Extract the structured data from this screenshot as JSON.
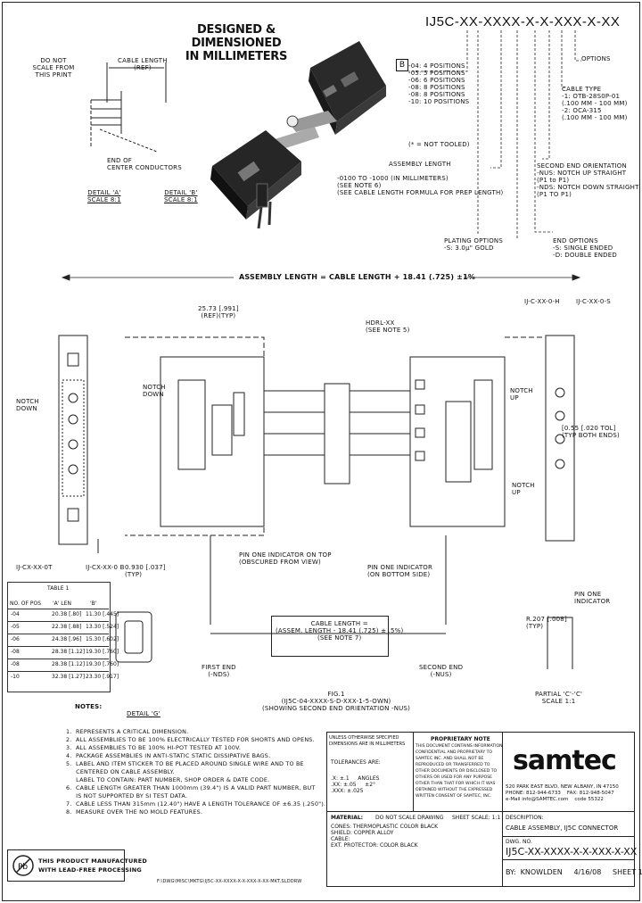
{
  "header": {
    "title_line1": "DESIGNED & DIMENSIONED",
    "title_line2": "IN MILLIMETERS",
    "do_not_scale": "DO NOT\nSCALE FROM\nTHIS PRINT",
    "part_code": "IJ5C-XX-XXXX-X-X-XXX-X-XX",
    "rev_badge": "B"
  },
  "ordering": {
    "options": "OPTIONS",
    "positions": "-04: 4 POSITIONS\n-05: 5 POSITIONS\n-06: 6 POSITIONS\n-08: 8 POSITIONS\n-08: 8 POSITIONS\n-10: 10 POSITIONS",
    "not_tooled": "(* = NOT TOOLED)",
    "cable_type": "CABLE TYPE\n-1: OTB-28S0P-01\n(.100 MM - 100 MM)\n-2: OCA-315\n(.100 MM - 100 MM)",
    "assembly_length_head": "ASSEMBLY LENGTH",
    "assembly_length_body": "-0100 TO -1000 (IN MILLIMETERS)\n(SEE NOTE 6)\n(SEE CABLE LENGTH FORMULA FOR PREP LENGTH)",
    "second_end": "SECOND END ORIENTATION\n-NUS: NOTCH UP STRAIGHT\n(P1 to P1)\n-NDS: NOTCH DOWN STRAIGHT\n(P1 TO P1)",
    "end_options": "END OPTIONS\n-S: SINGLE ENDED\n-D: DOUBLE ENDED",
    "plating": "PLATING OPTIONS\n-S: 3.0µ\" GOLD"
  },
  "details": {
    "cable_length_ref": "CABLE LENGTH\n(REF)",
    "end_of_center": "END OF\nCENTER CONDUCTORS",
    "detail_a": "DETAIL 'A'\nSCALE 8:1",
    "detail_b": "DETAIL 'B'\nSCALE 8:1"
  },
  "figure": {
    "assembly_equation": "ASSEMBLY LENGTH = CABLE LENGTH + 18.41 (.725) ±1%",
    "dim_ref": "25.73 [.991]\n(REF)(TYP)",
    "hdrl": "HDRL-XX\n(SEE NOTE 5)",
    "notch_down": "NOTCH\nDOWN",
    "notch_up": "NOTCH\nUP",
    "notch_up2": "NOTCH\nUP",
    "notch_down_left": "NOTCH\nDOWN",
    "pin_one_top": "PIN ONE INDICATOR ON TOP\n(OBSCURED FROM VIEW)",
    "pin_one_bottom": "PIN ONE INDICATOR\n(ON BOTTOM SIDE)",
    "typ_dim": "0.930 [.037]\n(TYP)",
    "typ_both": "[0.55 [.020 TOL]\n(TYP BOTH ENDS)",
    "cable_formula": "CABLE LENGTH =\n(ASSEM. LENGTH - 18.41 (.725) ± .5%)\n(SEE NOTE 7)",
    "first_end": "FIRST END\n(-NDS)",
    "second_end_label": "SECOND END\n(-NUS)",
    "fig_caption": "FIG.1\n(IJ5C-04-XXXX-S-D-XXX-1-5-OWN)\n(SHOWING SECOND END ORIENTATION -NUS)",
    "partial_cc": "PARTIAL 'C'-'C'\nSCALE 1:1",
    "pin_one_partial": "PIN ONE\nINDICATOR",
    "left_label": "IJ-CX-XX-0T",
    "left_label2": "IJ-CX-XX-0 B",
    "right_label1": "IJ-C-XX-0-H",
    "right_label2": "IJ-C-XX-0-S",
    "detail_g": "DETAIL 'G'",
    "dim_r": "R.207 [.008]\n(TYP)"
  },
  "table": {
    "title": "TABLE 1",
    "head1": "NO. OF POS",
    "head2": "'A' LEN",
    "head3": "'B'",
    "rows": [
      [
        "-04",
        "20.38 [.80]",
        "11.30 [.445]"
      ],
      [
        "-05",
        "22.38 [.88]",
        "13.30 [.524]"
      ],
      [
        "-06",
        "24.38 [.96]",
        "15.30 [.602]"
      ],
      [
        "-08",
        "28.38 [1.12]",
        "19.30 [.760]"
      ],
      [
        "-08",
        "28.38 [1.12]",
        "19.30 [.760]"
      ],
      [
        "-10",
        "32.38 [1.27]",
        "23.30 [.917]"
      ]
    ]
  },
  "notes": {
    "heading": "NOTES:",
    "body": "1.  REPRESENTS A CRITICAL DIMENSION.\n2.  ALL ASSEMBLIES TO BE 100% ELECTRICALLY TESTED FOR SHORTS AND OPENS.\n3.  ALL ASSEMBLIES TO BE 100% HI-POT TESTED AT 100V.\n4.  PACKAGE ASSEMBLIES IN ANTI-STATIC STATIC DISSIPATIVE BAGS.\n5.  LABEL AND ITEM STICKER TO BE PLACED AROUND SINGLE WIRE AND TO BE\n     CENTERED ON CABLE ASSEMBLY.\n     LABEL TO CONTAIN: PART NUMBER, SHOP ORDER & DATE CODE.\n6.  CABLE LENGTH GREATER THAN 1000mm (39.4\") IS A VALID PART NUMBER, BUT\n     IS NOT SUPPORTED BY SI TEST DATA.\n7.  CABLE LESS THAN 315mm (12.40\") HAVE A LENGTH TOLERANCE OF ±6.35 (.250\").\n8.  MEASURE OVER THE NO MOLD FEATURES."
  },
  "lead_free": {
    "line1": "THIS PRODUCT MANUFACTURED",
    "line2": "WITH LEAD-FREE PROCESSING"
  },
  "title_block": {
    "proprietary_small": "UNLESS OTHERWISE SPECIFIED\nDIMENSIONS ARE IN MILLIMETERS",
    "prop_note_head": "PROPRIETARY NOTE",
    "prop_note": "THIS DOCUMENT CONTAINS INFORMATION\nCONFIDENTIAL AND PROPRIETARY TO\nSAMTEC INC. AND SHALL NOT BE\nREPRODUCED OR TRANSFERRED TO\nOTHER DOCUMENTS OR DISCLOSED TO\nOTHERS OR USED FOR ANY PURPOSE\nOTHER THAN THAT FOR WHICH IT WAS\nOBTAINED WITHOUT THE EXPRESSED\nWRITTEN CONSENT OF SAMTEC, INC.",
    "tolerances": "TOLERANCES ARE:",
    "tol_values": ".X: ±.1     ANGLES\n.XX: ±.05     ±2°\n.XXX: ±.025",
    "material_head": "MATERIAL:",
    "material": "CONES: THERMOPLASTIC COLOR BLACK\nSHIELD: COPPER ALLOY\nCABLE:\nEXT. PROTECTOR: COLOR BLACK",
    "do_not_scale_box": "DO NOT SCALE DRAWING",
    "sheet_scale": "SHEET SCALE: 1:1",
    "logo": "samtec",
    "address": "520 PARK EAST BLVD, NEW ALBANY, IN 47150\nPHONE: 812-944-6733    FAX: 812-948-5047\ne-Mail info@SAMTEC.com    code 55322",
    "description_head": "DESCRIPTION:",
    "description": "CABLE ASSEMBLY, IJ5C CONNECTOR",
    "dwg_no_head": "DWG. NO.",
    "dwg_no": "IJ5C-XX-XXXX-X-X-XXX-X-XX",
    "by": "BY:  KNOWLDEN     4/16/08     SHEET 1 OF 4"
  },
  "footer": {
    "path": "F:\\DWG\\MISC\\MKTG\\IJ5C-XX-XXXX-X-X-XXX-X-XX-MKT.SLDDRW"
  }
}
